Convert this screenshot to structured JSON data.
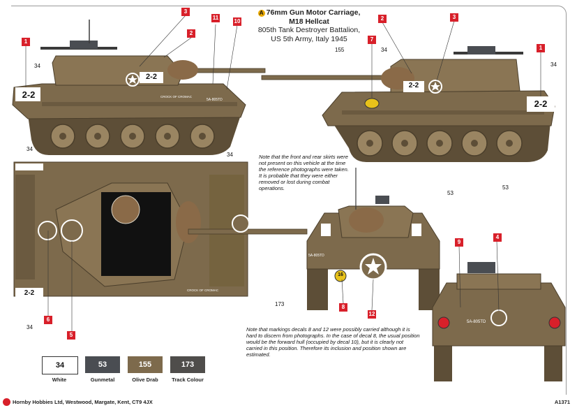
{
  "title": {
    "letter": "A",
    "line1": "76mm Gun Motor Carriage,",
    "line2": "M18 Hellcat",
    "line3": "805th Tank Destroyer Battalion,",
    "line4": "US 5th Army, Italy 1945"
  },
  "callouts": {
    "c1l": "1",
    "c3l": "3",
    "c2l": "2",
    "c11": "11",
    "c10": "10",
    "c2r": "2",
    "c3r": "3",
    "c7": "7",
    "c1r": "1",
    "c6": "6",
    "c5": "5",
    "c8": "8",
    "c12": "12",
    "c9": "9",
    "c4": "4"
  },
  "paint_refs": {
    "n34_a": "34",
    "n34_b": "34",
    "n34_c": "34",
    "n34_d": "34",
    "n34_e": "34",
    "n34_f": "34",
    "n155": "155",
    "n53_a": "53",
    "n53_b": "53",
    "n173": "173"
  },
  "markings": {
    "hull_number": "2-2",
    "crest_text": "CROCK OF CROMAC",
    "serial": "5A-805TD",
    "vehicle_id": "16"
  },
  "notes": {
    "skirts": "Note that the front and rear skirts were not present on this vehicle at the time the reference photographs were taken. It is probable that they were either removed or lost during combat operations.",
    "decals": "Note that markings decals 8 and 12 were possibly carried although it is hard to discern from photographs. In the case of decal 8, the usual position would be the forward hull (occupied by decal 10), but it is clearly not carried in this position. Therefore its inclusion and position shown are estimated."
  },
  "palette": [
    {
      "code": "34",
      "name": "White",
      "color": "#ffffff",
      "text": "#111111"
    },
    {
      "code": "53",
      "name": "Gunmetal",
      "color": "#4a4d52",
      "text": "#ffffff"
    },
    {
      "code": "155",
      "name": "Olive Drab",
      "color": "#7d6a4c",
      "text": "#ffffff"
    },
    {
      "code": "173",
      "name": "Track Colour",
      "color": "#4f4d4b",
      "text": "#ffffff"
    }
  ],
  "colors": {
    "olive": "#7d6a4c",
    "olive_dark": "#5d4e37",
    "olive_light": "#9a8562",
    "track": "#4f4d4b",
    "callout": "#d8202a"
  },
  "footer": {
    "company": "Hornby Hobbies Ltd, Westwood, Margate, Kent, CT9 4JX",
    "code": "A1371"
  }
}
